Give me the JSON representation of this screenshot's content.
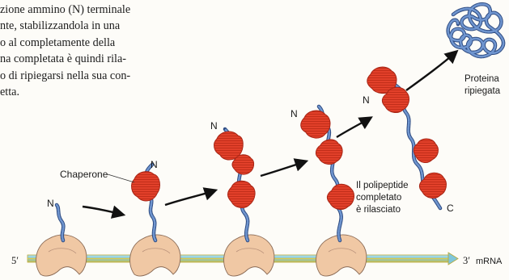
{
  "intro_lines": [
    "zione ammino (N) terminale",
    "nte, stabilizzandola in una",
    "o al completamente della",
    "na completata è quindi rila-",
    "o di ripiegarsi nella sua con-",
    "etta."
  ],
  "labels": {
    "chaperone": "Chaperone",
    "n_terminal": "N",
    "c_terminal": "C",
    "released_line1": "Il polipeptide",
    "released_line2": "completato",
    "released_line3": "è rilasciato",
    "folded_line1": "Proteina",
    "folded_line2": "ripiegata",
    "mrna_5prime": "5′",
    "mrna_3prime": "3′",
    "mrna": "mRNA"
  },
  "colors": {
    "ribosome": "#f0c8a4",
    "ribosome_edge": "#8a6a55",
    "chaperone": "#e2402a",
    "chaperone_dark": "#a82616",
    "polypeptide": "#5f86c4",
    "polypeptide_edge": "#2d4a80",
    "mrna": "#9ad6e6",
    "mrna_edge": "#c8b63a",
    "arrow": "#111111"
  }
}
